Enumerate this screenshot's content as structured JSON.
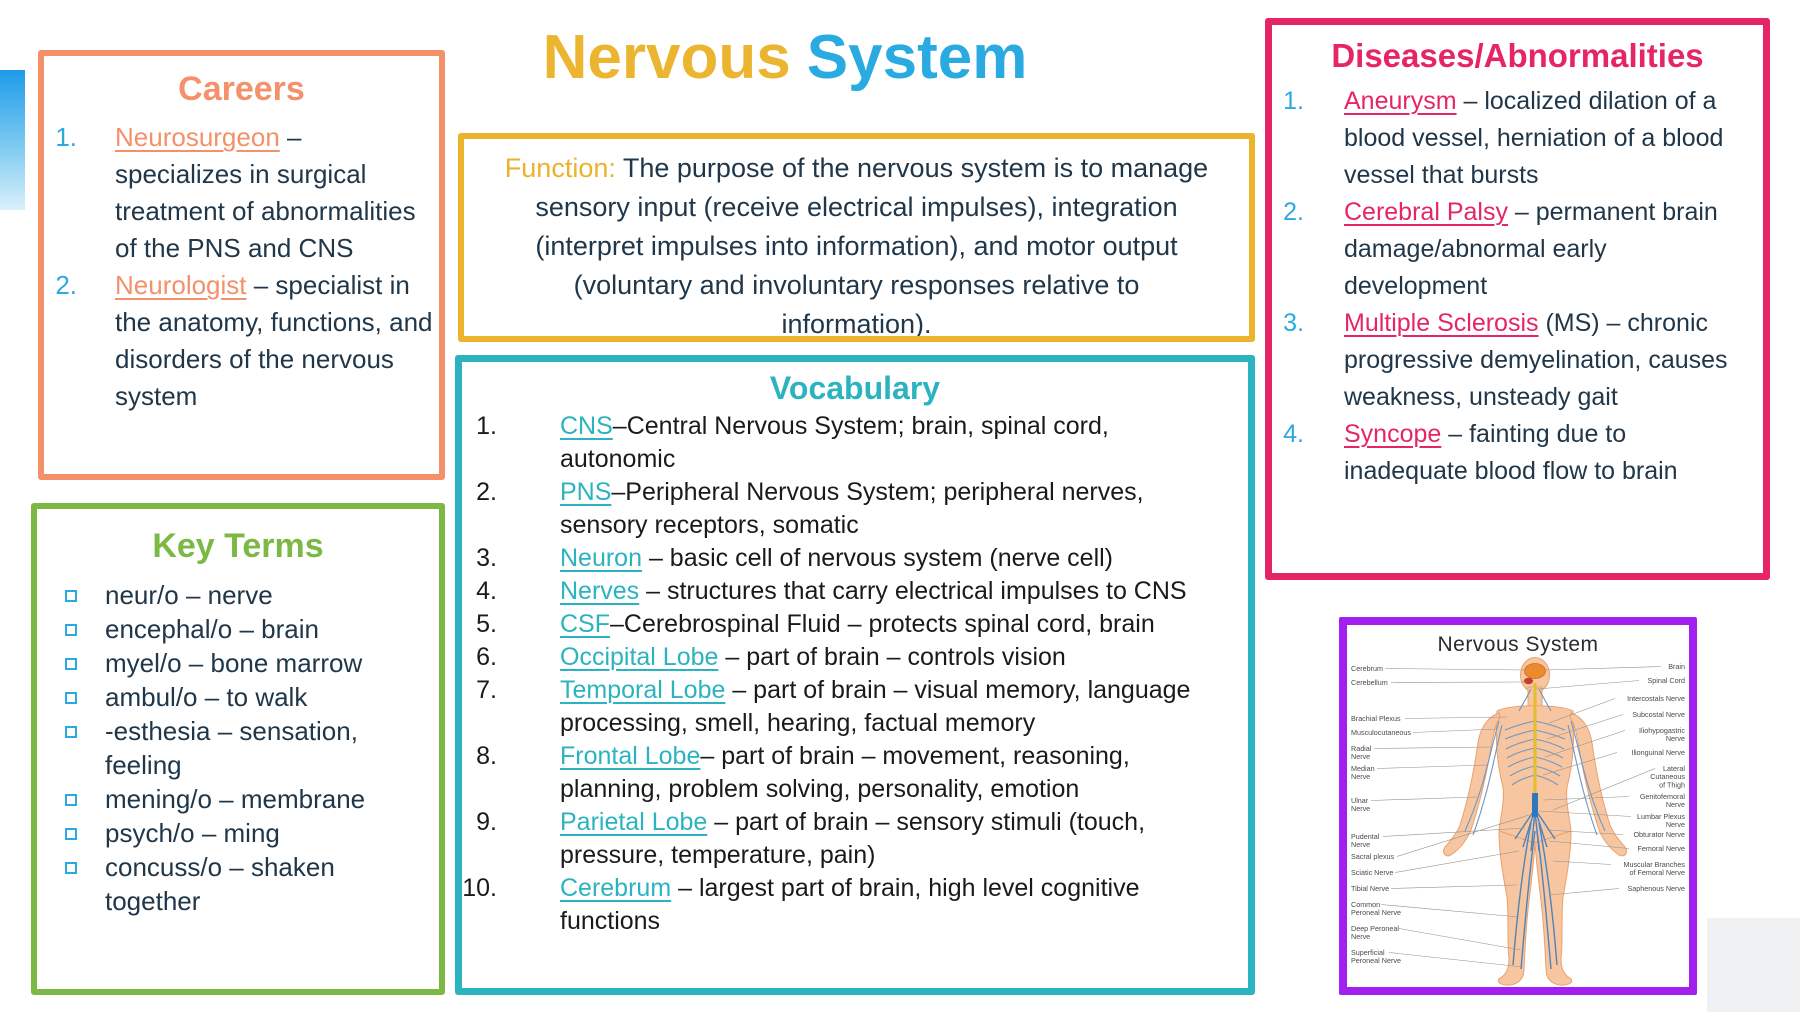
{
  "page": {
    "title": {
      "part1": "Nervous",
      "part2": "System"
    }
  },
  "careers": {
    "title": "Careers",
    "items": [
      {
        "num": "1.",
        "term": "Neurosurgeon",
        "rest": " – specializes in surgical treatment of abnormalities of the PNS and CNS"
      },
      {
        "num": "2.",
        "term": "Neurologist",
        "rest": " – specialist in the anatomy, functions, and disorders of the nervous system"
      }
    ]
  },
  "key_terms": {
    "title": "Key Terms",
    "items": [
      "neur/o – nerve",
      "encephal/o – brain",
      "myel/o – bone marrow",
      "ambul/o – to walk",
      "-esthesia – sensation, feeling",
      "mening/o – membrane",
      "psych/o – ming",
      "concuss/o – shaken together"
    ]
  },
  "function_box": {
    "label": "Function:",
    "text": " The purpose of the nervous system is to manage sensory input (receive electrical impulses), integration (interpret impulses into information), and motor output (voluntary and involuntary responses relative to information)."
  },
  "vocabulary": {
    "title": "Vocabulary",
    "items": [
      {
        "num": "1.",
        "term": "CNS",
        "rest": "–Central Nervous System; brain, spinal cord, autonomic"
      },
      {
        "num": "2.",
        "term": "PNS",
        "rest": "–Peripheral Nervous System; peripheral nerves, sensory receptors, somatic"
      },
      {
        "num": "3.",
        "term": "Neuron",
        "rest": " – basic cell of nervous system (nerve cell)"
      },
      {
        "num": "4.",
        "term": "Nerves",
        "rest": " – structures that carry electrical impulses to CNS"
      },
      {
        "num": "5.",
        "term": "CSF",
        "rest": "–Cerebrospinal Fluid – protects spinal cord, brain"
      },
      {
        "num": "6.",
        "term": "Occipital Lobe",
        "rest": " – part of brain – controls vision"
      },
      {
        "num": "7.",
        "term": "Temporal Lobe",
        "rest": " – part of brain – visual memory, language processing, smell, hearing, factual memory"
      },
      {
        "num": "8.",
        "term": "Frontal Lobe",
        "rest": "– part of brain – movement, reasoning, planning, problem solving, personality, emotion"
      },
      {
        "num": "9.",
        "term": "Parietal Lobe",
        "rest": " – part of brain – sensory stimuli (touch, pressure, temperature, pain)"
      },
      {
        "num": "10.",
        "term": "Cerebrum",
        "rest": " – largest part of brain, high level cognitive functions"
      }
    ]
  },
  "diseases": {
    "title": "Diseases/Abnormalities",
    "items": [
      {
        "num": "1.",
        "term": "Aneurysm",
        "rest": " – localized dilation of a blood vessel, herniation of a blood vessel that bursts"
      },
      {
        "num": "2.",
        "term": "Cerebral Palsy",
        "rest": " – permanent brain damage/abnormal early development"
      },
      {
        "num": "3.",
        "term": "Multiple Sclerosis",
        "rest": " (MS) – chronic progressive demyelination, causes weakness, unsteady gait"
      },
      {
        "num": "4.",
        "term": "Syncope",
        "rest": " – fainting due to inadequate blood flow to brain"
      }
    ]
  },
  "diagram": {
    "title": "Nervous System",
    "left_labels": [
      "Cerebrum",
      "Cerebellum",
      "Brachial Plexus",
      "Musculocutaneous",
      "Radial\nNerve",
      "Median\nNerve",
      "Ulnar\nNerve",
      "Pudental\nNerve",
      "Sacral plexus",
      "Sciatic Nerve",
      "Tibial Nerve",
      "Common\nPeroneal Nerve",
      "Deep Peroneal\nNerve",
      "Superficial\nPeroneal Nerve"
    ],
    "right_labels": [
      "Brain",
      "Spinal Cord",
      "Intercostals Nerve",
      "Subcostal Nerve",
      "Iliohypogastric\nNerve",
      "Ilionguinal Nerve",
      "Lateral\nCutaneous\nof Thigh",
      "Genitofemoral\nNerve",
      "Lumbar Plexus\nNerve",
      "Obturator Nerve",
      "Femoral Nerve",
      "Muscular Branches\nof Femoral Nerve",
      "Saphenous Nerve"
    ]
  },
  "colors": {
    "title_gold": "#ECB52F",
    "title_blue": "#29ABE2",
    "careers_accent": "#F4906A",
    "keyterms_accent": "#7CB844",
    "function_accent": "#EBB42C",
    "vocab_accent": "#2BB3C0",
    "diseases_accent": "#E62565",
    "diagram_accent": "#A21FF0",
    "number_blue": "#2BA9E1",
    "body_navy": "#20374A",
    "body_black": "#1A1A1A"
  }
}
